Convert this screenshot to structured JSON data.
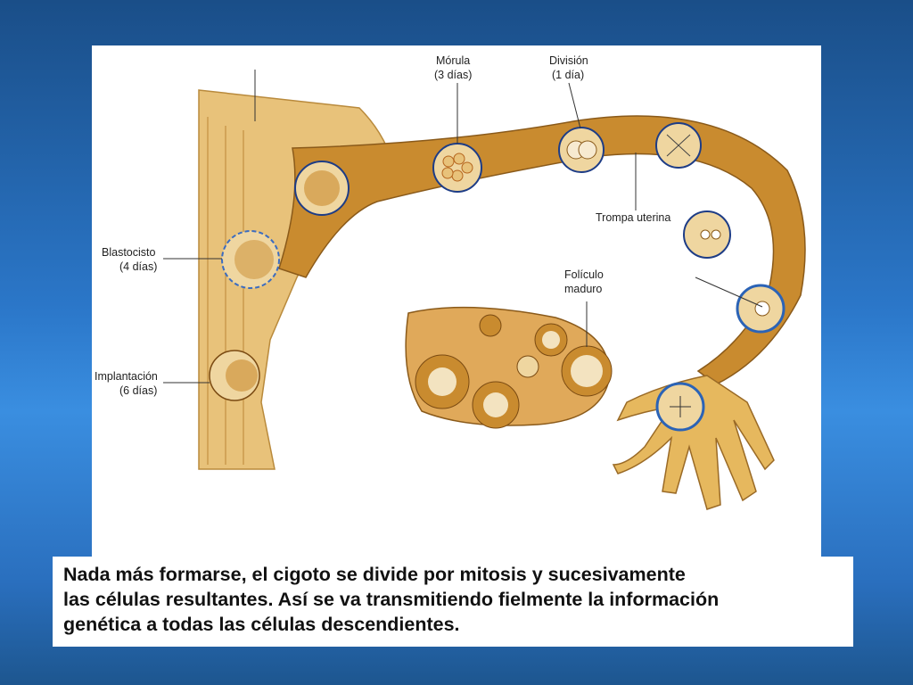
{
  "diagram": {
    "labels": {
      "morula_name": "Mórula",
      "morula_days": "(3 días)",
      "division_name": "División",
      "division_days": "(1 día)",
      "trompa": "Trompa uterina",
      "foliculo_1": "Folículo",
      "foliculo_2": "maduro",
      "blastocisto_name": "Blastocisto",
      "blastocisto_days": "(4 días)",
      "implantacion_name": "Implantación",
      "implantacion_days": "(6 días)"
    },
    "colors": {
      "tissue": "#e8c27a",
      "tube_dark": "#c98b2f",
      "tube_light": "#efd6a0",
      "cell": "#b5651d",
      "outline": "#1d3c86",
      "zona": "#3b6cc0"
    }
  },
  "caption": {
    "line1": "Nada más formarse, el cigoto se divide por mitosis y sucesivamente",
    "line2": "las células resultantes. Así se va transmitiendo fielmente la información",
    "line3": "genética a todas las células descendientes."
  }
}
